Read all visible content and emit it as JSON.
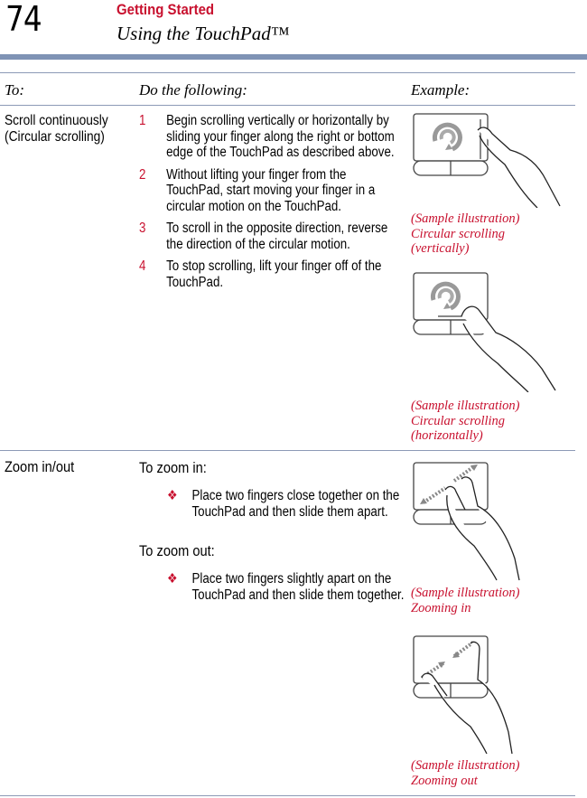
{
  "header": {
    "page_number": "74",
    "chapter": "Getting Started",
    "section": "Using the TouchPad™"
  },
  "table": {
    "columns": [
      "To:",
      "Do the following:",
      "Example:"
    ],
    "rows": [
      {
        "action": "Scroll continuously (Circular scrolling)",
        "action_line1": "Scroll continuously",
        "action_line2": "(Circular scrolling)",
        "steps": [
          {
            "num": "1",
            "text": "Begin scrolling vertically or horizontally by sliding your finger along the right or bottom edge of the TouchPad as described above."
          },
          {
            "num": "2",
            "text": "Without lifting your finger from the TouchPad, start moving your finger in a circular motion on the TouchPad."
          },
          {
            "num": "3",
            "text": "To scroll in the opposite direction, reverse the direction of the circular motion."
          },
          {
            "num": "4",
            "text": "To stop scrolling, lift your finger off of the TouchPad."
          }
        ],
        "captions": [
          [
            "(Sample illustration)",
            "Circular scrolling",
            "(vertically)"
          ],
          [
            "(Sample illustration)",
            "Circular scrolling",
            "(horizontally)"
          ]
        ]
      },
      {
        "action": "Zoom in/out",
        "zoom_in_label": "To zoom in:",
        "zoom_in_text": "Place two fingers close together on the TouchPad and then slide them apart.",
        "zoom_out_label": "To zoom out:",
        "zoom_out_text": "Place two fingers slightly apart on the TouchPad and then slide them together.",
        "bullet_marker": "❖",
        "captions": [
          [
            "(Sample illustration)",
            "Zooming in"
          ],
          [
            "(Sample illustration)",
            "Zooming out"
          ]
        ]
      }
    ]
  },
  "colors": {
    "accent": "#c8102e",
    "rule": "#7f93b5"
  },
  "icons": [
    "circular-scroll-icon",
    "zoom-arrow-icon",
    "hand-icon",
    "touchpad-icon"
  ]
}
